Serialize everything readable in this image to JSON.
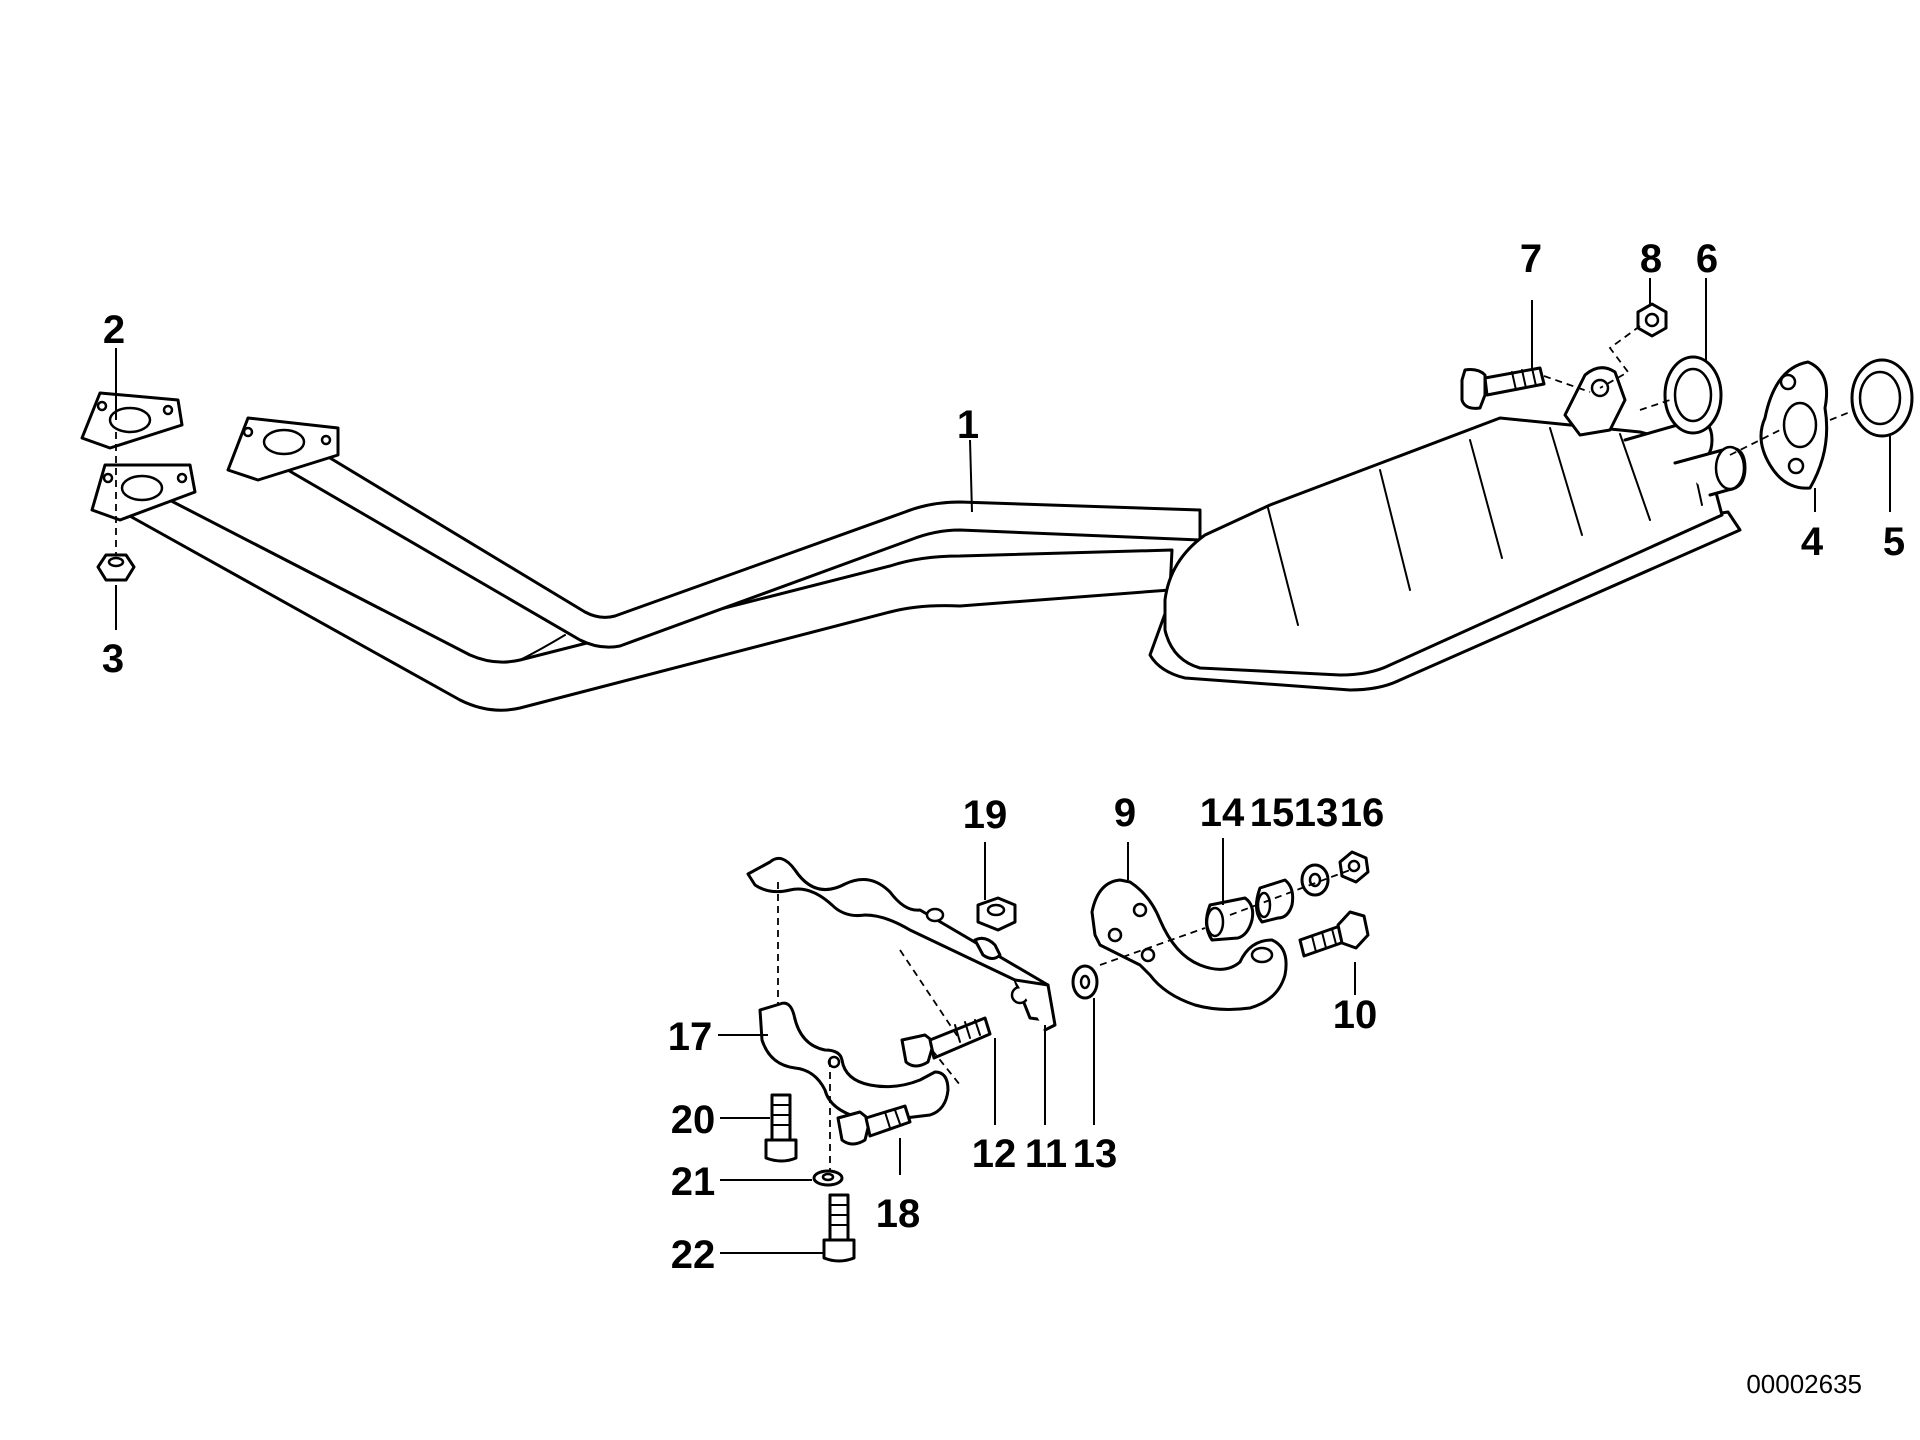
{
  "diagram": {
    "callouts": {
      "c1": "1",
      "c2": "2",
      "c3": "3",
      "c4": "4",
      "c5": "5",
      "c6": "6",
      "c7": "7",
      "c8": "8",
      "c9": "9",
      "c10": "10",
      "c11": "11",
      "c12": "12",
      "c13a": "13",
      "c13b": "13",
      "c14": "14",
      "c15": "15",
      "c16": "16",
      "c17": "17",
      "c18": "18",
      "c19": "19",
      "c20": "20",
      "c21": "21",
      "c22": "22"
    },
    "image_code": "00002635"
  }
}
